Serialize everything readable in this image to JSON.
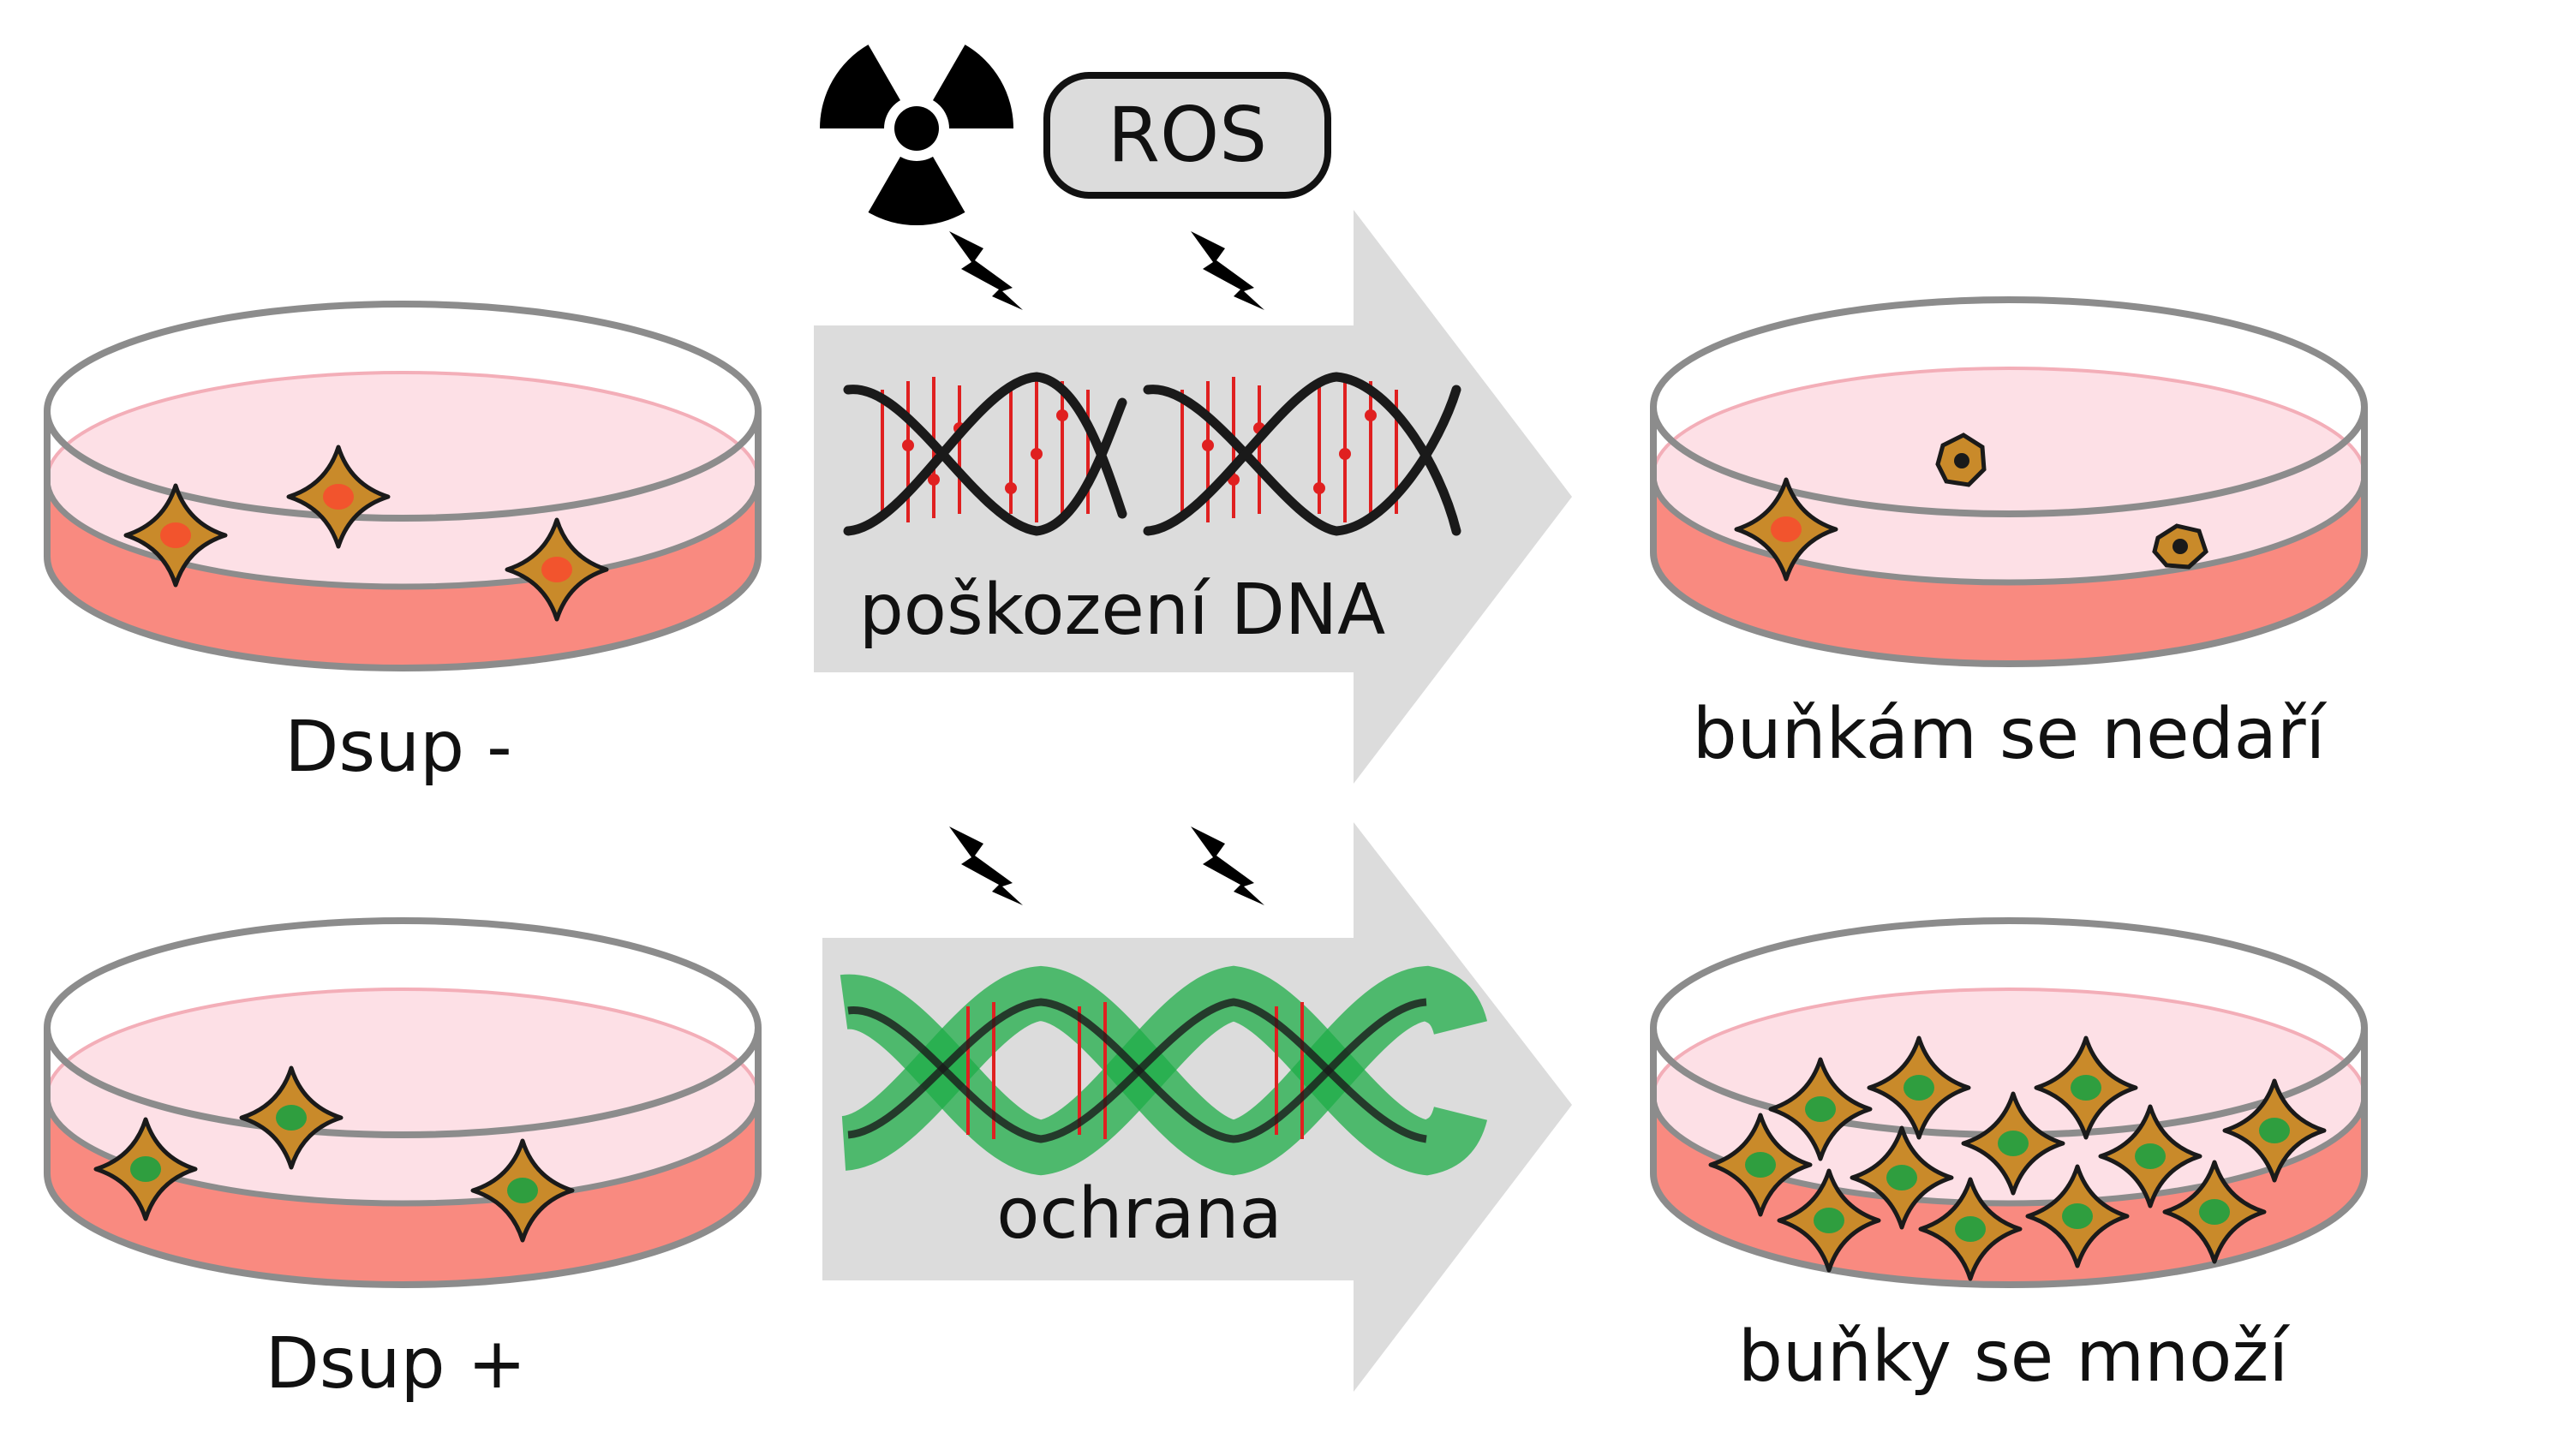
{
  "labels": {
    "ros": "ROS",
    "dna_damage": "poškození DNA",
    "protection": "ochrana",
    "dsup_minus": "Dsup -",
    "dsup_plus": "Dsup +",
    "cells_fail": "buňkám se nedaří",
    "cells_multiply": "buňky se množí"
  },
  "colors": {
    "arrow": "#dcdcdc",
    "dish_rim": "#8c8c8c",
    "medium_top": "#fde0e6",
    "medium_side": "#f98a80",
    "cell_body": "#c98a2a",
    "nucleus_damaged": "#f2542d",
    "nucleus_protected": "#2f9e3f",
    "dna_strand": "#1a1a1a",
    "dna_bases": "#e02020",
    "dsup_shield": "#1fae48",
    "bolt": "#000000"
  },
  "icons": [
    "radiation-icon",
    "lightning-bolt-icon",
    "dna-helix-icon",
    "petri-dish-icon",
    "cell-icon"
  ]
}
